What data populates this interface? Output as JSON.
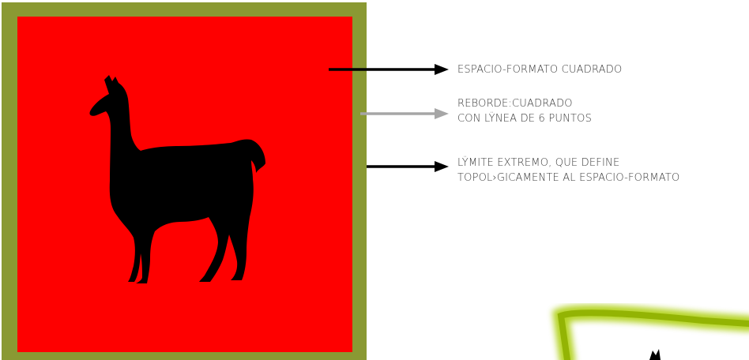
{
  "colors": {
    "frame_border": "#8a9933",
    "format_fill": "#fe0000",
    "figure": "#000000",
    "arrow_black": "#000000",
    "arrow_gray": "#a6a6a6",
    "label_text": "#3a3a3a",
    "deco_stroke": "#a8cc00"
  },
  "figure": {
    "icon": "llama-silhouette-icon"
  },
  "annotations": [
    {
      "id": "format-space",
      "lines": [
        "ESPACIO-FORMATO CUADRADO"
      ],
      "arrow_color": "black"
    },
    {
      "id": "border",
      "lines": [
        "REBORDE:CUADRADO",
        "CON LŸNEA DE 6 PUNTOS"
      ],
      "arrow_color": "gray"
    },
    {
      "id": "extreme-limit",
      "lines": [
        "LŸMITE EXTREMO, QUE DEFINE",
        "TOPOL›GICAMENTE AL ESPACIO-FORMATO"
      ],
      "arrow_color": "black"
    }
  ]
}
